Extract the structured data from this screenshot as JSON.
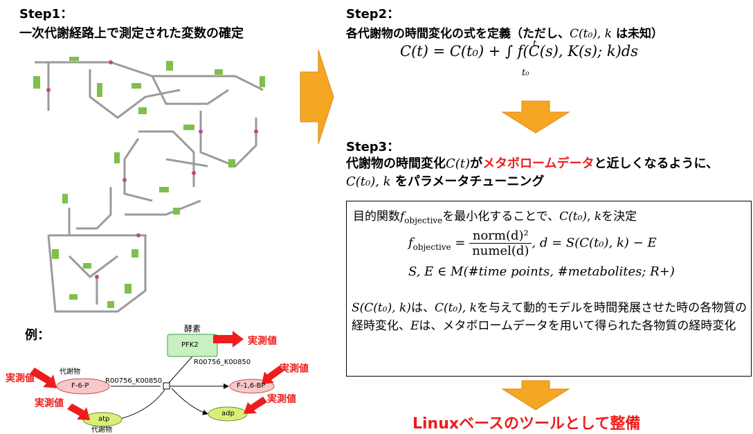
{
  "step1": {
    "title": "Step1：",
    "desc": "一次代謝経路上で測定された変数の確定"
  },
  "step2": {
    "title": "Step2：",
    "desc_prefix": "各代謝物の時間変化の式を定義（ただし、",
    "desc_math": "C(t₀), k",
    "desc_suffix": " は未知）",
    "formula": "C(t) = C(t₀) + ∫ f(C(s), K(s); k)ds",
    "formula_lower": "t₀",
    "formula_upper": "t"
  },
  "step3": {
    "title": "Step3：",
    "desc_part1": "代謝物の時間変化",
    "desc_math1": "C(t)",
    "desc_part2": "が",
    "desc_highlight": "メタボロームデータ",
    "desc_part3": "と近しくなるように、",
    "desc_math2": "C(t₀), k",
    "desc_part4": " をパラメータチューニング"
  },
  "objective": {
    "line1_prefix": "目的関数",
    "line1_math": "f",
    "line1_sub": "objective",
    "line1_suffix": "を最小化することで、",
    "line1_math2": "C(t₀), k",
    "line1_end": "を決定",
    "f_label": "f",
    "f_sub": "objective",
    "num": "norm(d)²",
    "den": "numel(d)",
    "rhs": ",   d = S(C(t₀), k) − E",
    "set_line": "S, E ∈ M(#time points, #metabolites;  R+)",
    "desc_math1": "S(C(t₀), k)",
    "desc_text1": "は、",
    "desc_math2": "C(t₀), k",
    "desc_text2": "を与えて動的モデルを時間発展させた時の各物質の経時変化、",
    "desc_math3": "E",
    "desc_text3": "は、メタボロームデータを用いて得られた各物質の経時変化"
  },
  "bottom_label": "Linuxベースのツールとして整備",
  "example": {
    "label": "例：",
    "enzyme_title": "酵素",
    "metabolite_title": "代謝物",
    "metabolite_title2": "代謝物",
    "nodes": {
      "pfk2": "PFK2",
      "f6p": "F-6-P",
      "atp": "atp",
      "f16bp": "F-1,6-BP",
      "adp": "adp"
    },
    "edge_labels": {
      "left": "R00756_K00850",
      "right": "R00756_K00850"
    },
    "measured": "実測値"
  },
  "colors": {
    "arrow": "#f5a623",
    "red": "#ee1c1c",
    "enzyme_fill": "#c8f0c0",
    "metab_pink": "#f8c8c8",
    "metab_green": "#d8f07a"
  }
}
